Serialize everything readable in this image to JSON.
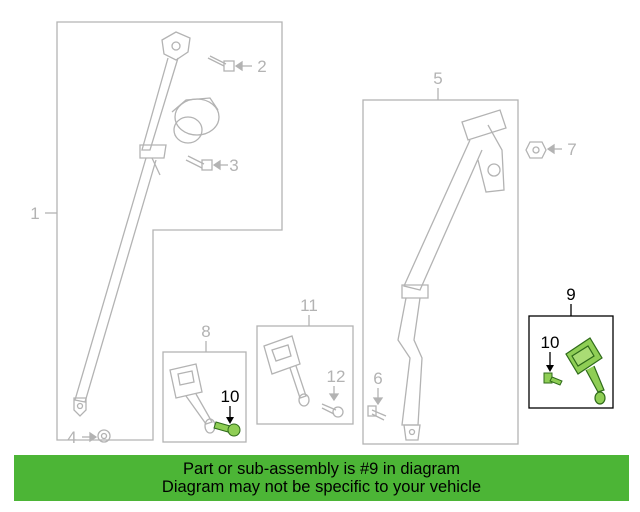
{
  "callouts": {
    "c1": "1",
    "c2": "2",
    "c3": "3",
    "c4": "4",
    "c5": "5",
    "c6": "6",
    "c7": "7",
    "c8": "8",
    "c9": "9",
    "c10a": "10",
    "c10b": "10",
    "c11": "11",
    "c12": "12"
  },
  "banner": {
    "line1": "Part or sub-assembly is #9 in diagram",
    "line2": "Diagram may not be specific to your vehicle"
  },
  "colors": {
    "line": "#b3b3b3",
    "highlight": "#8fce55",
    "highlight_dark": "#2f6b1a",
    "banner": "#4cb536"
  }
}
